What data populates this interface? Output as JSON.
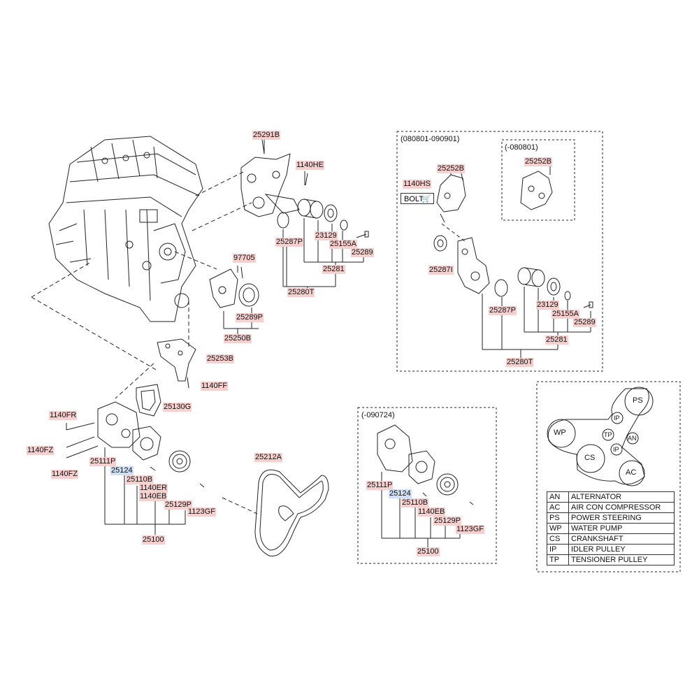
{
  "parts": {
    "p25291B": "25291B",
    "p1140HE": "1140HE",
    "p25287P_a": "25287P",
    "p23129_a": "23129",
    "p25155A_a": "25155A",
    "p25289_a": "25289",
    "p25281_a": "25281",
    "p25280T_a": "25280T",
    "p97705": "97705",
    "p25289P": "25289P",
    "p25250B": "25250B",
    "p25253B": "25253B",
    "p1140FF": "1140FF",
    "p25130G": "25130G",
    "p1140FR": "1140FR",
    "p1140FZ_a": "1140FZ",
    "p1140FZ_b": "1140FZ",
    "p25111P_a": "25111P",
    "p25124_a": "25124",
    "p25110B_a": "25110B",
    "p1140ER": "1140ER",
    "p1140EB_a": "1140EB",
    "p25129P_a": "25129P",
    "p1123GF_a": "1123GF",
    "p25100_a": "25100",
    "p25212A": "25212A",
    "p25252B_a": "25252B",
    "p25252B_b": "25252B",
    "p1140HS": "1140HS",
    "p25287I": "25287I",
    "p25287P_b": "25287P",
    "p23129_b": "23129",
    "p25155A_b": "25155A",
    "p25289_b": "25289",
    "p25281_b": "25281",
    "p25280T_b": "25280T",
    "p25111P_b": "25111P",
    "p25124_b": "25124",
    "p25110B_b": "25110B",
    "p1140EB_b": "1140EB",
    "p25129P_b": "25129P",
    "p1123GF_b": "1123GF",
    "p25100_b": "25100"
  },
  "boxes": {
    "tensioner_range": "(080801-090901)",
    "tensioner_early": "(-080801)",
    "pump_early": "(-090724)"
  },
  "bolt_label": "BOLT",
  "belt_routing": {
    "PS": "PS",
    "IP": "IP",
    "WP": "WP",
    "TP": "TP",
    "AN": "AN",
    "CS": "CS",
    "AC": "AC"
  },
  "legend": [
    {
      "code": "AN",
      "name": "ALTERNATOR"
    },
    {
      "code": "AC",
      "name": "AIR CON COMPRESSOR"
    },
    {
      "code": "PS",
      "name": "POWER STEERING"
    },
    {
      "code": "WP",
      "name": "WATER PUMP"
    },
    {
      "code": "CS",
      "name": "CRANKSHAFT"
    },
    {
      "code": "IP",
      "name": "IDLER PULLEY"
    },
    {
      "code": "TP",
      "name": "TENSIONER PULLEY"
    }
  ],
  "colors": {
    "part_label_bg": "#f6cfcf",
    "ref_label_bg": "#cfe0f6",
    "line": "#222222"
  }
}
